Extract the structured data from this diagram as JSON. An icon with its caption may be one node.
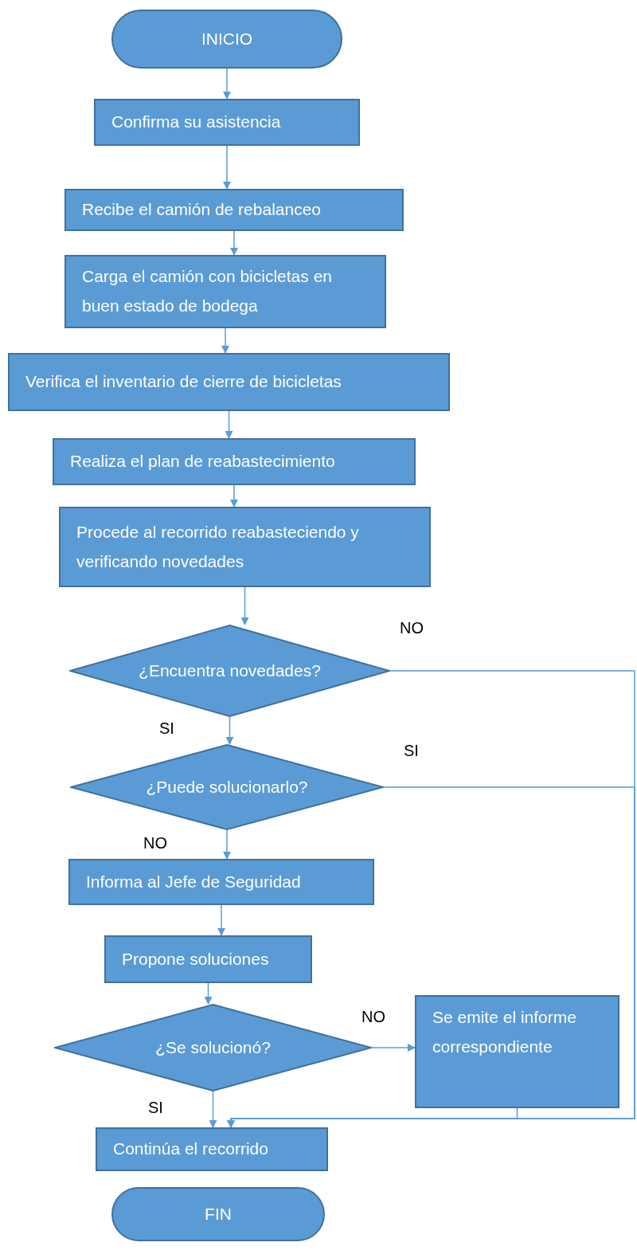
{
  "diagram": {
    "nodes": [
      {
        "text": [
          "INICIO"
        ]
      },
      {
        "text": [
          "Confirma su asistencia"
        ]
      },
      {
        "text": [
          "Recibe el camión de rebalanceo"
        ]
      },
      {
        "text": [
          "Carga el camión con bicicletas en buen estado de bodega"
        ]
      },
      {
        "text": [
          "Verifica el inventario de cierre de bicicletas"
        ]
      },
      {
        "text": [
          "Realiza el plan de reabastecimiento"
        ]
      },
      {
        "text": [
          "Procede al recorrido reabasteciendo y verificando novedades"
        ]
      },
      {
        "text": [
          "¿Encuentra novedades?"
        ]
      },
      {
        "text": [
          "¿Puede solucionarlo?"
        ]
      },
      {
        "text": [
          "Informa al Jefe de Seguridad"
        ]
      },
      {
        "text": [
          "Propone soluciones"
        ]
      },
      {
        "text": [
          "¿Se solucionó?"
        ]
      },
      {
        "text": [
          "Se emite el informe correspondiente"
        ]
      },
      {
        "text": [
          "Continúa el recorrido"
        ]
      },
      {
        "text": [
          "FIN"
        ]
      }
    ],
    "edges": [
      {
        "from": 0,
        "to": 1,
        "arrow": "to"
      },
      {
        "from": 1,
        "to": 2,
        "arrow": "to"
      },
      {
        "from": 2,
        "to": 3,
        "arrow": "to"
      },
      {
        "from": 3,
        "to": 4,
        "arrow": "to"
      },
      {
        "from": 4,
        "to": 5,
        "arrow": "to"
      },
      {
        "from": 5,
        "to": 6,
        "arrow": "to"
      },
      {
        "from": 6,
        "to": 7,
        "arrow": "to"
      },
      {
        "from": 7,
        "to": 8,
        "arrow": "to",
        "label": "SI"
      },
      {
        "from": 7,
        "to": 13,
        "arrow": "to",
        "label": "NO"
      },
      {
        "from": 8,
        "to": 9,
        "arrow": "to",
        "label": "NO"
      },
      {
        "from": 8,
        "to": 13,
        "arrow": "to",
        "label": "SI"
      },
      {
        "from": 9,
        "to": 10,
        "arrow": "to"
      },
      {
        "from": 10,
        "to": 11,
        "arrow": "to"
      },
      {
        "from": 11,
        "to": 12,
        "arrow": "to",
        "label": "NO"
      },
      {
        "from": 11,
        "to": 13,
        "arrow": "to",
        "label": "SI"
      },
      {
        "from": 12,
        "to": 13,
        "arrow": "to"
      }
    ]
  }
}
